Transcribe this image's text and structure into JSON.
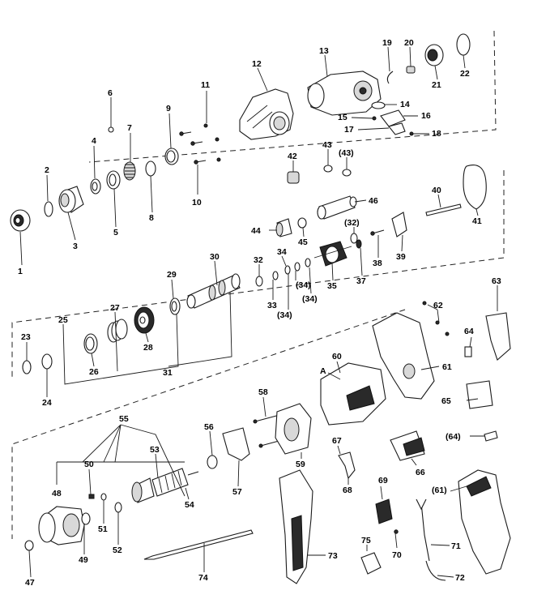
{
  "labels": {
    "p1": "1",
    "p2": "2",
    "p3": "3",
    "p4": "4",
    "p5": "5",
    "p6": "6",
    "p7": "7",
    "p8": "8",
    "p9": "9",
    "p10": "10",
    "p11": "11",
    "p12": "12",
    "p13": "13",
    "p14": "14",
    "p15": "15",
    "p16": "16",
    "p17": "17",
    "p18": "18",
    "p19": "19",
    "p20": "20",
    "p21": "21",
    "p22": "22",
    "p23": "23",
    "p24": "24",
    "p25": "25",
    "p26": "26",
    "p27": "27",
    "p28": "28",
    "p29": "29",
    "p30": "30",
    "p31": "31",
    "p32": "32",
    "p32b": "(32)",
    "p33": "33",
    "p34": "34",
    "p34b": "(34)",
    "p34c": "(34)",
    "p35": "35",
    "p37": "37",
    "p38": "38",
    "p39": "39",
    "p40": "40",
    "p41": "41",
    "p42": "42",
    "p43": "43",
    "p43b": "(43)",
    "p44": "44",
    "p45": "45",
    "p46": "46",
    "p47": "47",
    "p48": "48",
    "p49": "49",
    "p50": "50",
    "p51": "51",
    "p52": "52",
    "p53": "53",
    "p54": "54",
    "p55": "55",
    "p56": "56",
    "p57": "57",
    "p58": "58",
    "p59": "59",
    "p60": "60",
    "pA": "A",
    "p61": "61",
    "p61b": "(61)",
    "p62": "62",
    "p63": "63",
    "p64": "64",
    "p64b": "(64)",
    "p65": "65",
    "p66": "66",
    "p67": "67",
    "p68": "68",
    "p69": "69",
    "p70": "70",
    "p71": "71",
    "p72": "72",
    "p73": "73",
    "p74": "74",
    "p75": "75"
  }
}
